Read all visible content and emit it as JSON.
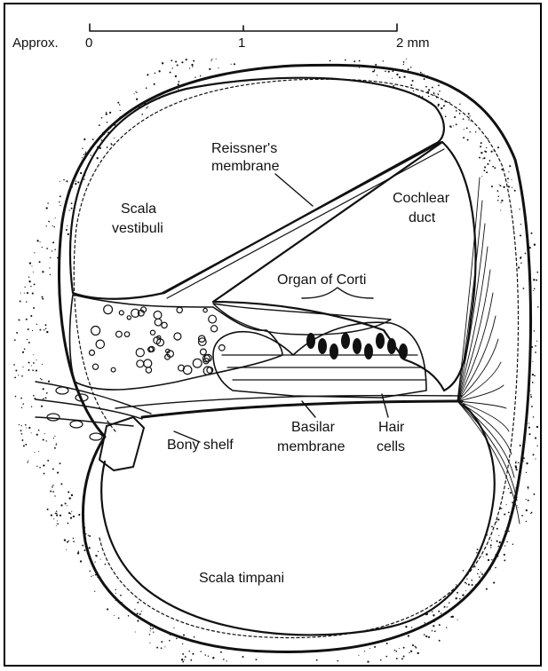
{
  "scale_bar": {
    "prefix": "Approx.",
    "tick_0": "0",
    "tick_1": "1",
    "tick_2": "2 mm"
  },
  "labels": {
    "reissners_line1": "Reissner's",
    "reissners_line2": "membrane",
    "scala_vestibuli_line1": "Scala",
    "scala_vestibuli_line2": "vestibuli",
    "cochlear_duct_line1": "Cochlear",
    "cochlear_duct_line2": "duct",
    "organ_of_corti": "Organ of Corti",
    "basilar_line1": "Basilar",
    "basilar_line2": "membrane",
    "hair_cells_line1": "Hair",
    "hair_cells_line2": "cells",
    "bony_shelf": "Bony shelf",
    "scala_timpani": "Scala timpani"
  },
  "colors": {
    "ink": "#111111",
    "background": "#ffffff",
    "border": "#000000"
  }
}
